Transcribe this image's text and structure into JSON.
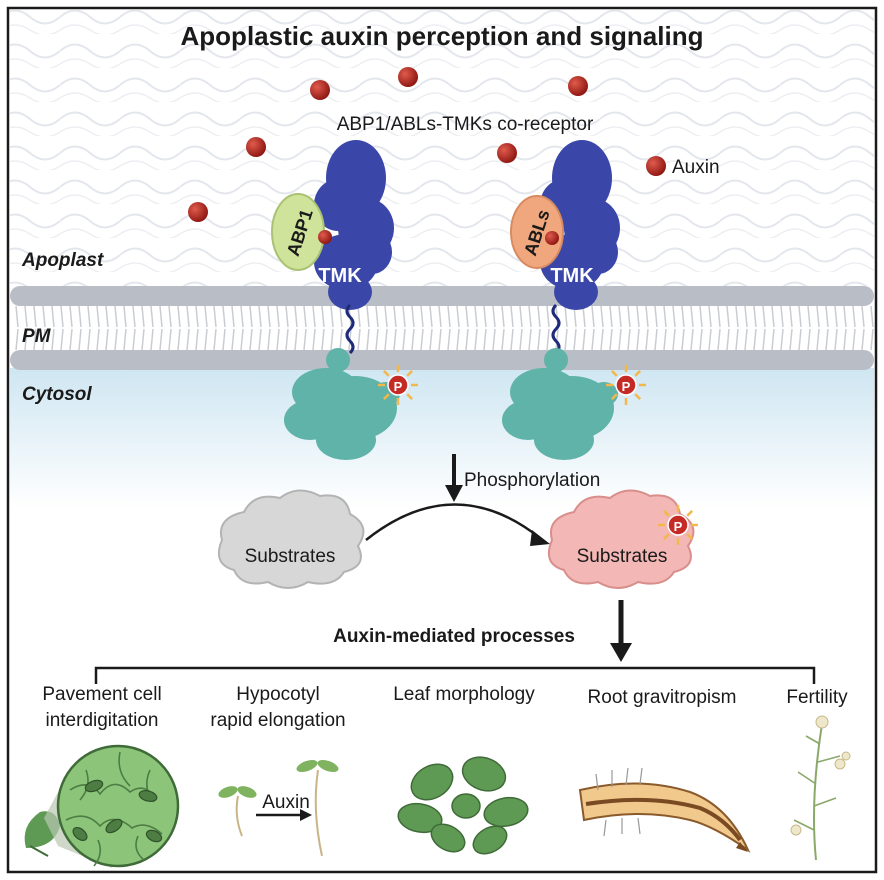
{
  "title": "Apoplastic auxin perception and signaling",
  "co_receptor_label": "ABP1/ABLs-TMKs co-receptor",
  "auxin_legend": "Auxin",
  "regions": {
    "apoplast": "Apoplast",
    "pm": "PM",
    "cytosol": "Cytosol"
  },
  "proteins": {
    "abp1": "ABP1",
    "abls": "ABLs",
    "tmk_left": "TMK",
    "tmk_right": "TMK"
  },
  "phospho_glyph": "P",
  "phosphorylation_label": "Phosphorylation",
  "substrates_left": "Substrates",
  "substrates_right": "Substrates",
  "processes_heading": "Auxin-mediated processes",
  "processes": [
    {
      "line1": "Pavement cell",
      "line2": "interdigitation"
    },
    {
      "line1": "Hypocotyl",
      "line2": "rapid elongation"
    },
    {
      "line1": "Leaf morphology",
      "line2": ""
    },
    {
      "line1": "Root gravitropism",
      "line2": ""
    },
    {
      "line1": "Fertility",
      "line2": ""
    }
  ],
  "hypocotyl_auxin_label": "Auxin",
  "colors": {
    "auxin": "#a8201c",
    "tmk": "#3b47a8",
    "kinase": "#5fb3a8",
    "abp1": "#cfe39a",
    "abls": "#f0a77d",
    "substrate_gray": "#d7d7d7",
    "substrate_pink": "#f3b7b5",
    "membrane": "#b9bec6",
    "leaf_green": "#5f9a55"
  }
}
